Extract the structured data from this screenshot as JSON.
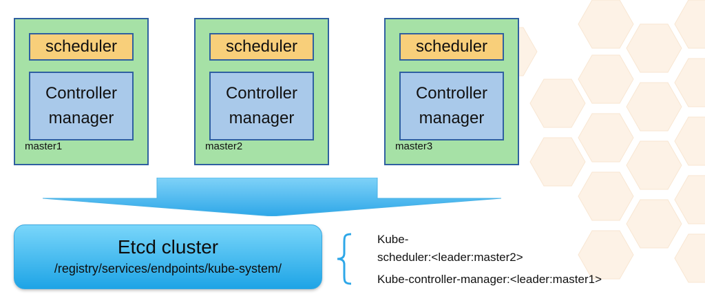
{
  "masters": [
    {
      "scheduler": "scheduler",
      "controller_line1": "Controller",
      "controller_line2": "manager",
      "label": "master1"
    },
    {
      "scheduler": "scheduler",
      "controller_line1": "Controller",
      "controller_line2": "manager",
      "label": "master2"
    },
    {
      "scheduler": "scheduler",
      "controller_line1": "Controller",
      "controller_line2": "manager",
      "label": "master3"
    }
  ],
  "etcd": {
    "title": "Etcd cluster",
    "path": "/registry/services/endpoints/kube-system/"
  },
  "notes": {
    "line1": "Kube-",
    "line2": "scheduler:<leader:master2>",
    "line3": "Kube-controller-manager:<leader:master1>"
  },
  "colors": {
    "master_fill": "#a6e1a6",
    "scheduler_fill": "#f8cf7a",
    "controller_fill": "#a9c9ea",
    "border": "#2f5fa0",
    "arrow": "#2ea7e8",
    "etcd": "#1ea4e6"
  }
}
